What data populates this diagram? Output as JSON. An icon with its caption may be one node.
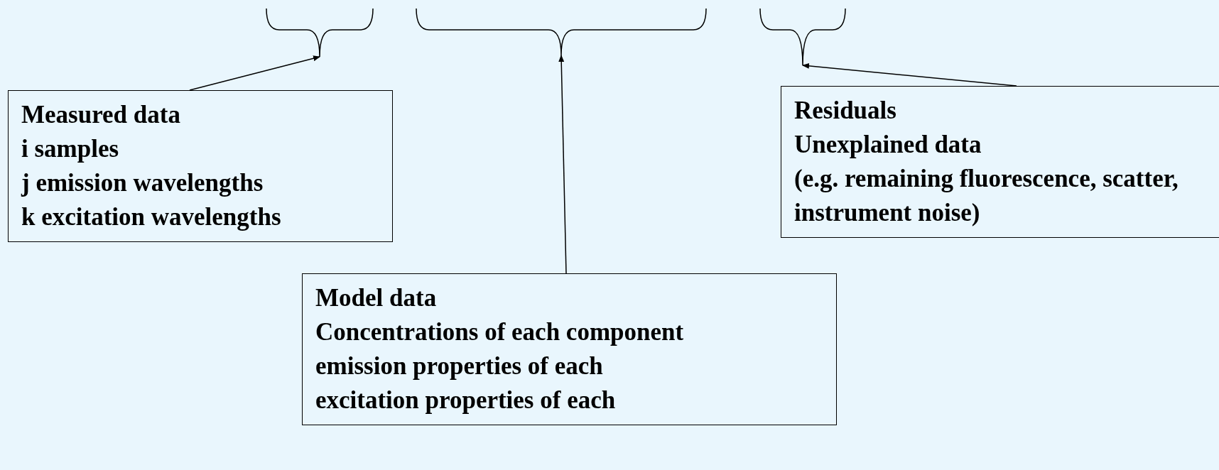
{
  "diagram": {
    "nodes": [
      {
        "text": [],
        "shape": "brace"
      },
      {
        "text": [],
        "shape": "brace"
      },
      {
        "text": [],
        "shape": "brace"
      },
      {
        "text": [
          "Measured data",
          "i samples",
          "j emission wavelengths",
          "k excitation wavelengths"
        ]
      },
      {
        "text": [
          "Residuals",
          "Unexplained data",
          "(e.g. remaining fluorescence, scatter, instrument noise)"
        ]
      },
      {
        "text": [
          "Model data",
          "Concentrations of each component",
          "emission properties of each",
          "excitation properties of each"
        ]
      }
    ],
    "edges": [
      {
        "from": 3,
        "to": 0,
        "arrow": "to"
      },
      {
        "from": 5,
        "to": 1,
        "arrow": "to"
      },
      {
        "from": 4,
        "to": 2,
        "arrow": "to"
      }
    ]
  }
}
